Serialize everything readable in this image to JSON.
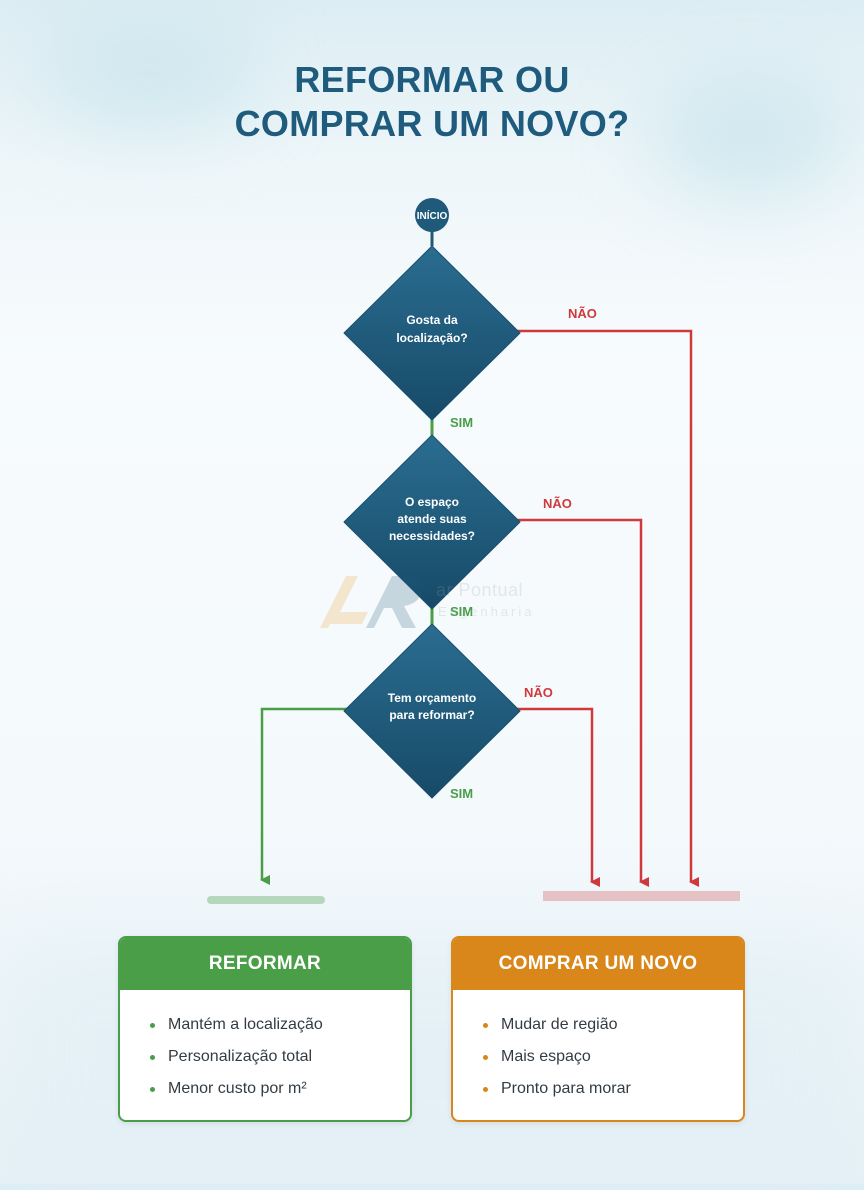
{
  "title": {
    "line1": "REFORMAR OU",
    "line2": "COMPRAR UM NOVO?"
  },
  "flow": {
    "start_label": "INÍCIO",
    "decisions": [
      {
        "line1": "Gosta da",
        "line2": "localização?",
        "line3": ""
      },
      {
        "line1": "O espaço",
        "line2": "atende suas",
        "line3": "necessidades?"
      },
      {
        "line1": "Tem orçamento",
        "line2": "para reformar?",
        "line3": ""
      }
    ],
    "yes_label": "SIM",
    "no_label": "NÃO"
  },
  "watermark": {
    "line1": "ar Pontual",
    "line2": "Engenharia"
  },
  "cards": {
    "reformar": {
      "title": "REFORMAR",
      "items": [
        "Mantém a localização",
        "Personalização total",
        "Menor custo por m²"
      ]
    },
    "comprar": {
      "title": "COMPRAR UM NOVO",
      "items": [
        "Mudar de região",
        "Mais espaço",
        "Pronto para morar"
      ]
    }
  },
  "colors": {
    "title": "#1e5b7c",
    "diamond": "#1f5a7a",
    "yes": "#4a9e48",
    "no": "#d0393b",
    "buy": "#d9861b"
  }
}
